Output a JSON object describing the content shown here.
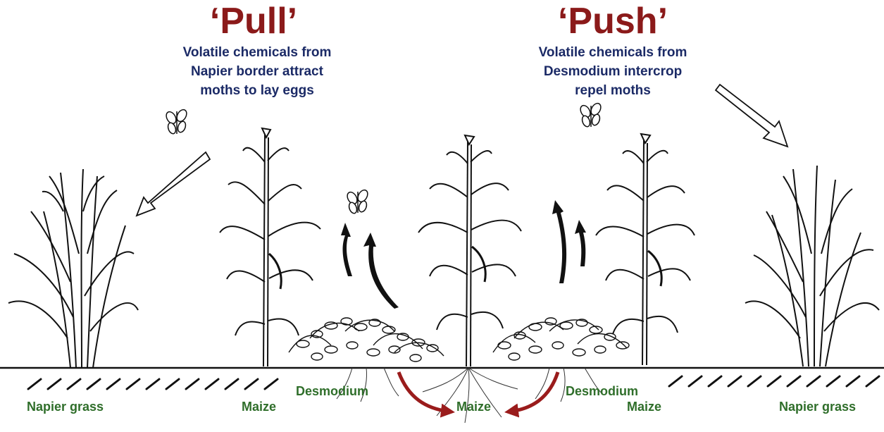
{
  "colors": {
    "heading": "#8b1a1a",
    "description": "#1b2a66",
    "label": "#2f6e2a",
    "root_arrow": "#9a1c1c",
    "ink": "#111111"
  },
  "pull": {
    "heading": "‘Pull’",
    "description": [
      "Volatile chemicals from",
      "Napier border attract",
      "moths to lay eggs"
    ]
  },
  "push": {
    "heading": "‘Push’",
    "description": [
      "Volatile chemicals from",
      "Desmodium intercrop",
      "repel moths"
    ]
  },
  "labels": {
    "napier_left": "Napier grass",
    "maize_left": "Maize",
    "desmodium_left": "Desmodium",
    "maize_center": "Maize",
    "desmodium_right": "Desmodium",
    "maize_right": "Maize",
    "napier_right": "Napier grass"
  },
  "icons": [
    "moth-icon",
    "napier-grass-icon",
    "maize-plant-icon",
    "desmodium-icon",
    "arrow-icon",
    "volatile-arrow-icon",
    "root-arrow-icon"
  ]
}
